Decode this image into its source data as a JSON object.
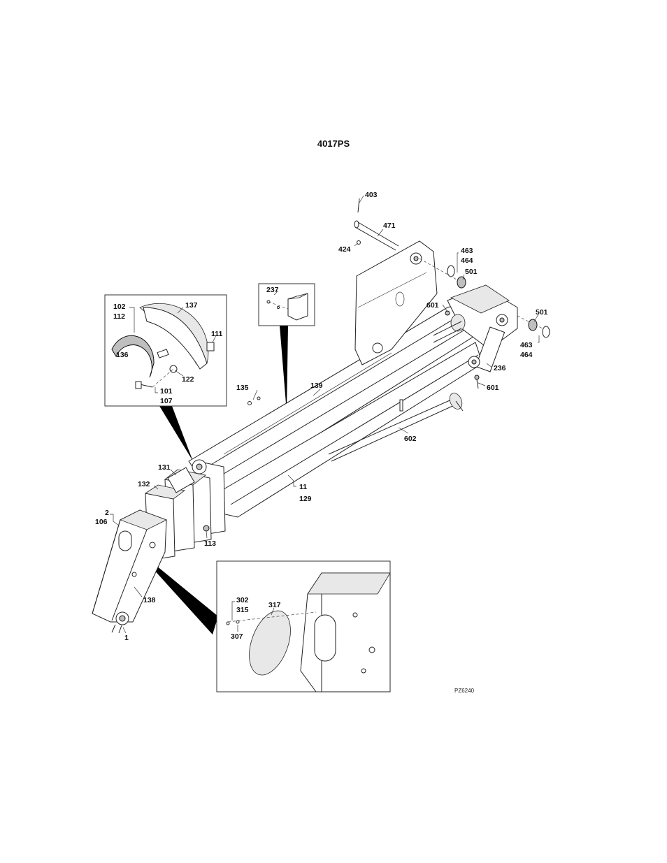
{
  "title": "4017PS",
  "drawing_code": "PZ6240",
  "callouts": {
    "c403": "403",
    "c471": "471",
    "c424": "424",
    "c463a": "463",
    "c464a": "464",
    "c501a": "501",
    "c601a": "601",
    "c501b": "501",
    "c463b": "463",
    "c464b": "464",
    "c236": "236",
    "c601b": "601",
    "c237": "237",
    "c137": "137",
    "c102": "102",
    "c112": "112",
    "c111": "111",
    "c136": "136",
    "c122": "122",
    "c101": "101",
    "c107": "107",
    "c135": "135",
    "c139": "139",
    "c602": "602",
    "c131": "131",
    "c132": "132",
    "c2": "2",
    "c106": "106",
    "c11": "11",
    "c129": "129",
    "c113": "113",
    "c138": "138",
    "c1": "1",
    "c302": "302",
    "c315": "315",
    "c317": "317",
    "c307": "307"
  }
}
